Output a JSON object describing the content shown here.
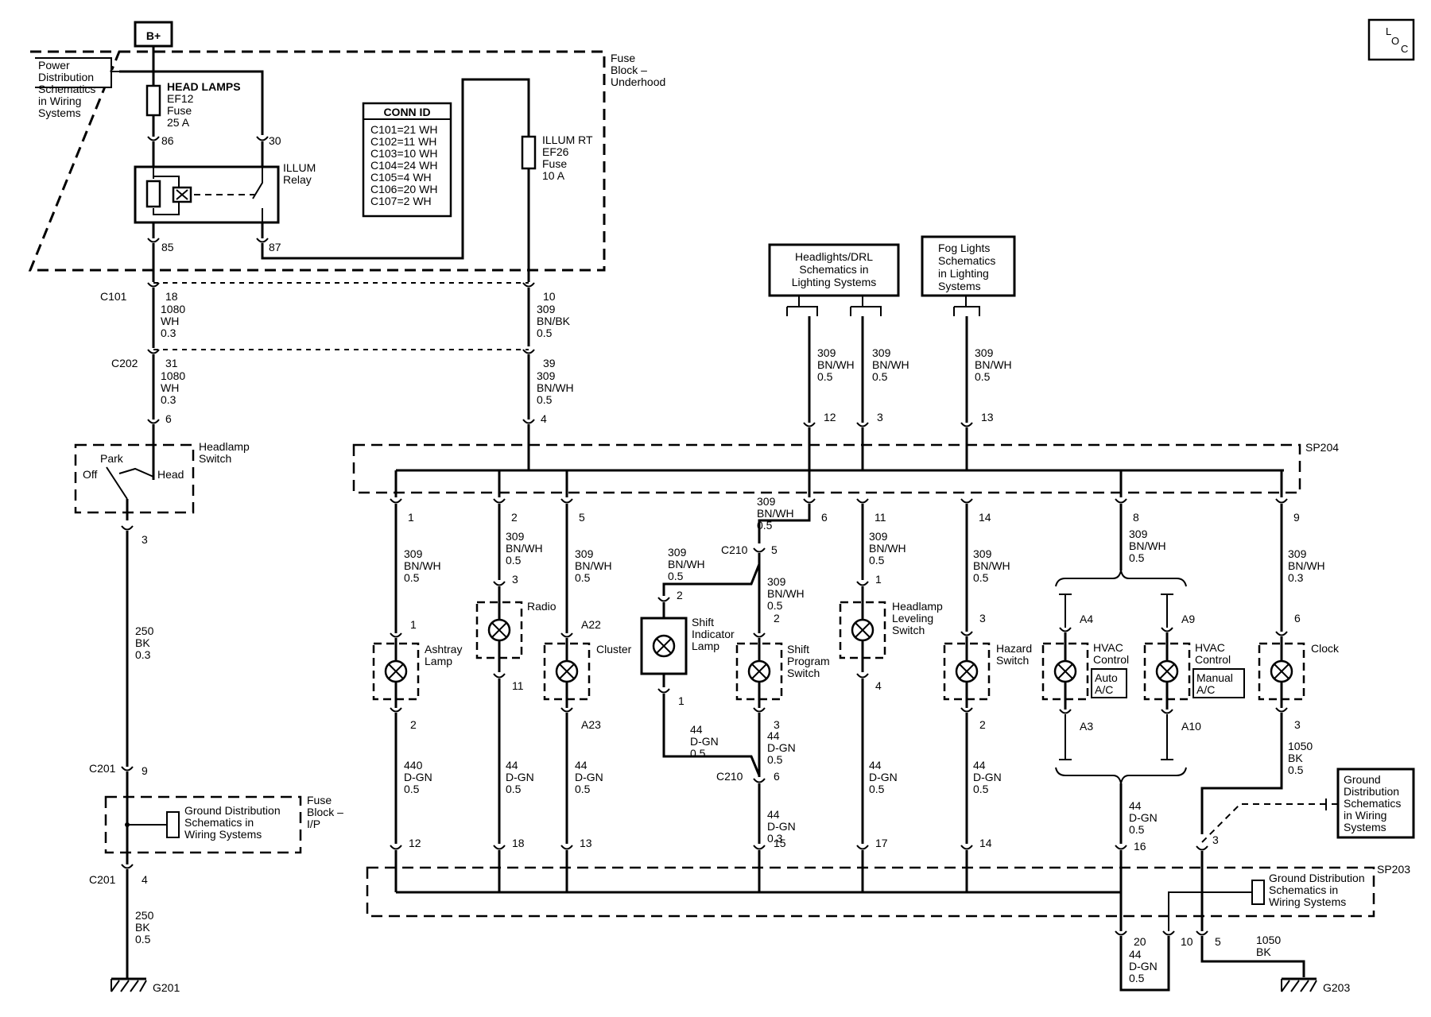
{
  "battery": "B+",
  "loc_icon": "L O C",
  "conn_id": {
    "title": "CONN ID",
    "rows": [
      "C101=21 WH",
      "C102=11 WH",
      "C103=10 WH",
      "C104=24 WH",
      "C105=4 WH",
      "C106=20 WH",
      "C107=2 WH"
    ]
  },
  "underhood": {
    "fuse_block": [
      "Fuse",
      "Block –",
      "Underhood"
    ],
    "power_ref": [
      "Power",
      "Distribution",
      "Schematics",
      "in Wiring",
      "Systems"
    ],
    "fuse_ef12": [
      "HEAD LAMPS",
      "EF12",
      "Fuse",
      "25 A"
    ],
    "fuse_ef26": [
      "ILLUM RT",
      "EF26",
      "Fuse",
      "10 A"
    ],
    "relay": [
      "ILLUM",
      "Relay"
    ],
    "pins": {
      "p86": "86",
      "p30": "30",
      "p85": "85",
      "p87": "87"
    }
  },
  "left_branch": {
    "c101": "C101",
    "c101_pin": "18",
    "c101_wire": [
      "1080",
      "WH",
      "0.3"
    ],
    "c202": "C202",
    "c202_pin": "31",
    "c202_wire": [
      "1080",
      "WH",
      "0.3"
    ],
    "switch_pin_top": "6",
    "switch_name": [
      "Headlamp",
      "Switch"
    ],
    "switch_pos": {
      "park": "Park",
      "off": "Off",
      "head": "Head"
    },
    "switch_pin_bottom": "3",
    "wire_250a": [
      "250",
      "BK",
      "0.3"
    ],
    "c201a": "C201",
    "c201a_pin": "9",
    "ip_fuse_block": [
      "Fuse",
      "Block –",
      "I/P"
    ],
    "ground_ref": [
      "Ground Distribution",
      "Schematics in",
      "Wiring Systems"
    ],
    "c201b": "C201",
    "c201b_pin": "4",
    "wire_250b": [
      "250",
      "BK",
      "0.5"
    ],
    "ground": "G201"
  },
  "right_feed": {
    "c101_pin": "10",
    "c101_wire": [
      "309",
      "BN/BK",
      "0.5"
    ],
    "c202_pin": "39",
    "c202_wire": [
      "309",
      "BN/WH",
      "0.5"
    ],
    "sp_pin": "4"
  },
  "refs": {
    "headlights_drl": [
      "Headlights/DRL",
      "Schematics in",
      "Lighting Systems"
    ],
    "fog_lights": [
      "Fog Lights",
      "Schematics",
      "in Lighting",
      "Systems"
    ],
    "wire": [
      "309",
      "BN/WH",
      "0.5"
    ],
    "pin_12": "12",
    "pin_3": "3",
    "pin_13": "13"
  },
  "sp204": "SP204",
  "sp203": "SP203",
  "loads": [
    {
      "name": [
        "Ashtray",
        "Lamp"
      ],
      "sp_pin": "1",
      "wire": [
        "309",
        "BN/WH",
        "0.5"
      ],
      "pin_in": "1",
      "pin_out": "2",
      "gnd_wire": [
        "440",
        "D-GN",
        "0.5"
      ],
      "sp203_pin": "12"
    },
    {
      "name": [
        "Radio"
      ],
      "sp_pin": "2",
      "wire": [
        "309",
        "BN/WH",
        "0.5"
      ],
      "pin_in": "3",
      "pin_out": "11",
      "gnd_wire": [
        "44",
        "D-GN",
        "0.5"
      ],
      "sp203_pin": "18"
    },
    {
      "name": [
        "Cluster"
      ],
      "sp_pin": "5",
      "wire": [
        "309",
        "BN/WH",
        "0.5"
      ],
      "pin_in": "A22",
      "pin_out": "A23",
      "gnd_wire": [
        "44",
        "D-GN",
        "0.5"
      ],
      "sp203_pin": "13"
    },
    {
      "name": [
        "Shift",
        "Program",
        "Switch"
      ],
      "sp_pin": "6",
      "wire": [
        "309",
        "BN/WH",
        "0.5"
      ],
      "c210": "C210",
      "c210_pin": "5",
      "wire2": [
        "309",
        "BN/WH",
        "0.5"
      ],
      "pin_in": "2",
      "pin_out": "3",
      "gnd_wire": [
        "44",
        "D-GN",
        "0.5"
      ],
      "c210b": "C210",
      "c210b_pin": "6",
      "gnd_wire2": [
        "44",
        "D-GN",
        "0.3"
      ],
      "sp203_pin": "15"
    },
    {
      "name": [
        "Shift",
        "Indicator",
        "Lamp"
      ],
      "wire": [
        "309",
        "BN/WH",
        "0.5"
      ],
      "pin_in": "2",
      "pin_out": "1",
      "gnd_wire": [
        "44",
        "D-GN",
        "0.5"
      ]
    },
    {
      "name": [
        "Headlamp",
        "Leveling",
        "Switch"
      ],
      "sp_pin": "11",
      "wire": [
        "309",
        "BN/WH",
        "0.5"
      ],
      "pin_in": "1",
      "pin_out": "4",
      "gnd_wire": [
        "44",
        "D-GN",
        "0.5"
      ],
      "sp203_pin": "17"
    },
    {
      "name": [
        "Hazard",
        "Switch"
      ],
      "sp_pin": "14",
      "wire": [
        "309",
        "BN/WH",
        "0.5"
      ],
      "pin_in": "3",
      "pin_out": "2",
      "gnd_wire": [
        "44",
        "D-GN",
        "0.5"
      ],
      "sp203_pin": "14"
    },
    {
      "name": [
        "HVAC",
        "Control"
      ],
      "variant": [
        "Auto",
        "A/C"
      ],
      "pin_in": "A4",
      "pin_out": "A3"
    },
    {
      "name": [
        "HVAC",
        "Control"
      ],
      "variant": [
        "Manual",
        "A/C"
      ],
      "pin_in": "A9",
      "pin_out": "A10"
    },
    {
      "name": [
        "Clock"
      ],
      "sp_pin": "9",
      "wire": [
        "309",
        "BN/WH",
        "0.3"
      ],
      "pin_in": "6",
      "pin_out": "3",
      "gnd_wire": [
        "1050",
        "BK",
        "0.5"
      ]
    }
  ],
  "hvac": {
    "sp_pin": "8",
    "wire": [
      "309",
      "BN/WH",
      "0.5"
    ],
    "gnd_wire": [
      "44",
      "D-GN",
      "0.5"
    ],
    "sp203_pin": "16"
  },
  "ground_right": {
    "ref": [
      "Ground",
      "Distribution",
      "Schematics",
      "in Wiring",
      "Systems"
    ],
    "ref2": [
      "Ground Distribution",
      "Schematics in",
      "Wiring Systems"
    ],
    "pin_3": "3",
    "pin_20": "20",
    "pin_10": "10",
    "pin_5": "5",
    "wire_20": [
      "44",
      "D-GN",
      "0.5"
    ],
    "wire_5": [
      "1050",
      "BK"
    ],
    "ground": "G203"
  }
}
